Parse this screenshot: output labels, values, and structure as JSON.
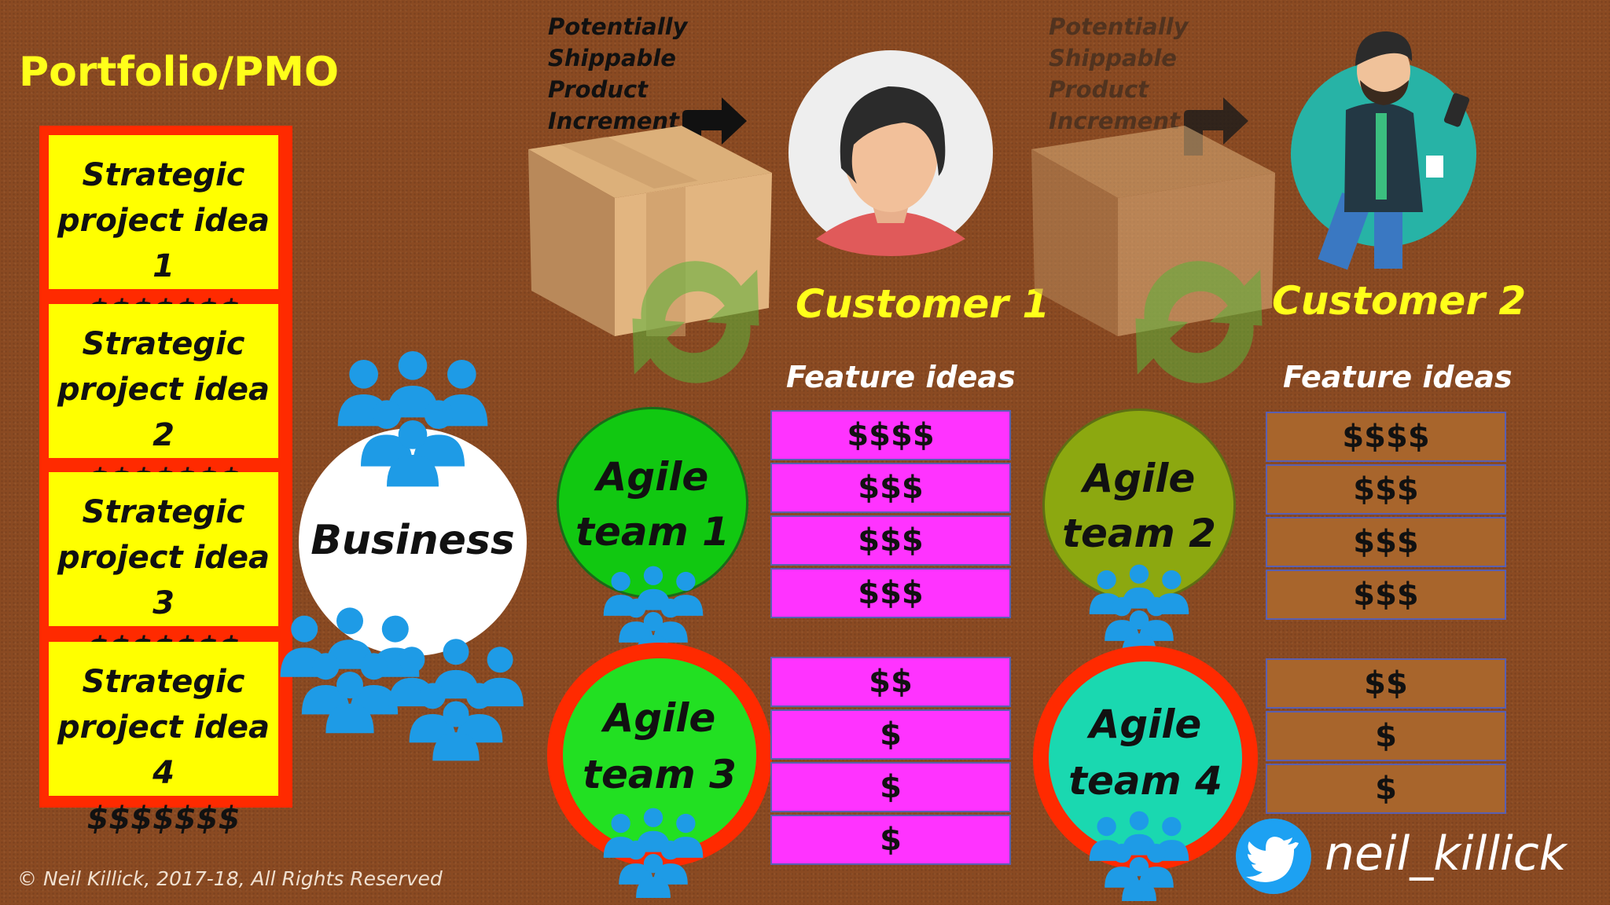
{
  "portfolio": {
    "title": "Portfolio/PMO",
    "projects": [
      {
        "line1": "Strategic",
        "line2": "project idea 1",
        "line3": "$$$$$$$"
      },
      {
        "line1": "Strategic",
        "line2": "project idea 2",
        "line3": "$$$$$$$"
      },
      {
        "line1": "Strategic",
        "line2": "project idea 3",
        "line3": "$$$$$$$"
      },
      {
        "line1": "Strategic",
        "line2": "project idea 4",
        "line3": "$$$$$$$"
      }
    ]
  },
  "business": {
    "label": "Business"
  },
  "increment": {
    "left": {
      "line1": "Potentially",
      "line2": "Shippable",
      "line3": "Product",
      "line4": "Increment"
    },
    "right": {
      "line1": "Potentially",
      "line2": "Shippable",
      "line3": "Product",
      "line4": "Increment"
    }
  },
  "customers": {
    "c1": {
      "label": "Customer 1"
    },
    "c2": {
      "label": "Customer 2"
    }
  },
  "feature_ideas_label": "Feature ideas",
  "teams": {
    "t1": {
      "line1": "Agile",
      "line2": "team 1"
    },
    "t2": {
      "line1": "Agile",
      "line2": "team 2"
    },
    "t3": {
      "line1": "Agile",
      "line2": "team 3"
    },
    "t4": {
      "line1": "Agile",
      "line2": "team 4"
    }
  },
  "features": {
    "c1_top": [
      "$$$$",
      "$$$",
      "$$$",
      "$$$"
    ],
    "c1_bottom": [
      "$$",
      "$",
      "$",
      "$"
    ],
    "c2_top": [
      "$$$$",
      "$$$",
      "$$$",
      "$$$"
    ],
    "c2_bottom": [
      "$$",
      "$",
      "$"
    ]
  },
  "colors": {
    "portfolio_border": "#ff2a00",
    "project_fill": "#ffff00",
    "team1": "#11c811",
    "team2": "#8ca810",
    "team3": "#22e022",
    "team4": "#1ad8b0",
    "feature_pink": "#ff33ff",
    "feature_brown": "#a8652c",
    "people": "#1e9be6"
  },
  "footer": {
    "copyright": "Neil Killick, 2017-18, All Rights Reserved",
    "handle": "neil_killick"
  }
}
